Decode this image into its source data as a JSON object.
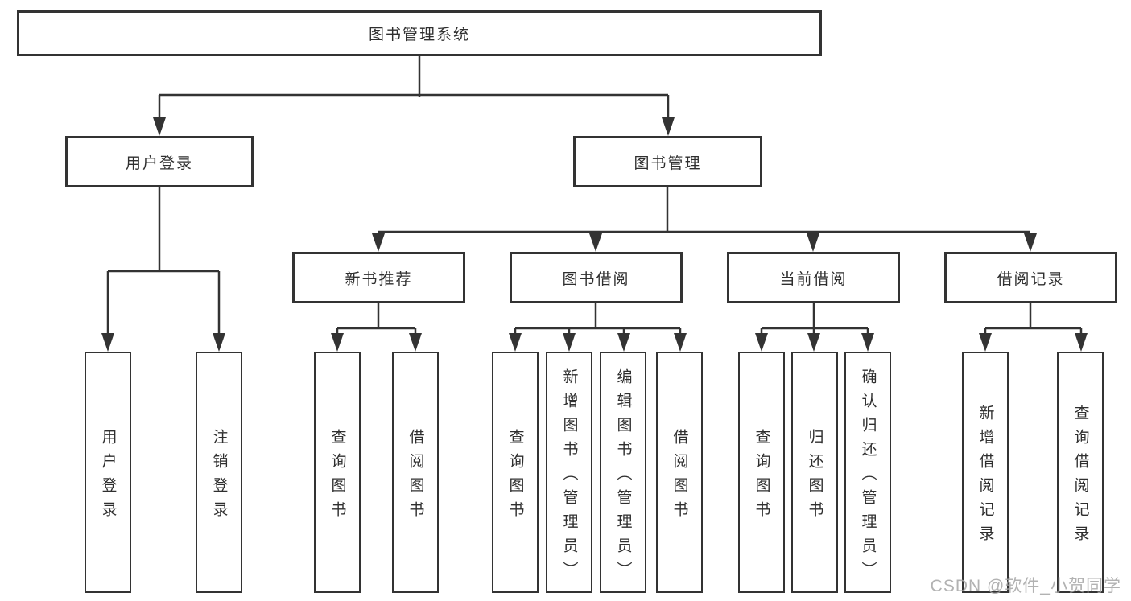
{
  "tree": {
    "label": "图书管理系统",
    "children": [
      {
        "label": "用户登录",
        "children": [
          {
            "label": "用户登录"
          },
          {
            "label": "注销登录"
          }
        ]
      },
      {
        "label": "图书管理",
        "children": [
          {
            "label": "新书推荐",
            "children": [
              {
                "label": "查询图书"
              },
              {
                "label": "借阅图书"
              }
            ]
          },
          {
            "label": "图书借阅",
            "children": [
              {
                "label": "查询图书"
              },
              {
                "label": "新增图书（管理员）"
              },
              {
                "label": "编辑图书（管理员）"
              },
              {
                "label": "借阅图书"
              }
            ]
          },
          {
            "label": "当前借阅",
            "children": [
              {
                "label": "查询图书"
              },
              {
                "label": "归还图书"
              },
              {
                "label": "确认归还（管理员）"
              }
            ]
          },
          {
            "label": "借阅记录",
            "children": [
              {
                "label": "新增借阅记录"
              },
              {
                "label": "查询借阅记录"
              }
            ]
          }
        ]
      }
    ]
  },
  "watermark": {
    "text": "CSDN @软件_小贺同学"
  },
  "colors": {
    "line": "#333333",
    "box_border": "#333333",
    "box_fill": "#ffffff",
    "text": "#2f2f2f",
    "watermark": "#a5a5a5",
    "background": "#ffffff"
  }
}
